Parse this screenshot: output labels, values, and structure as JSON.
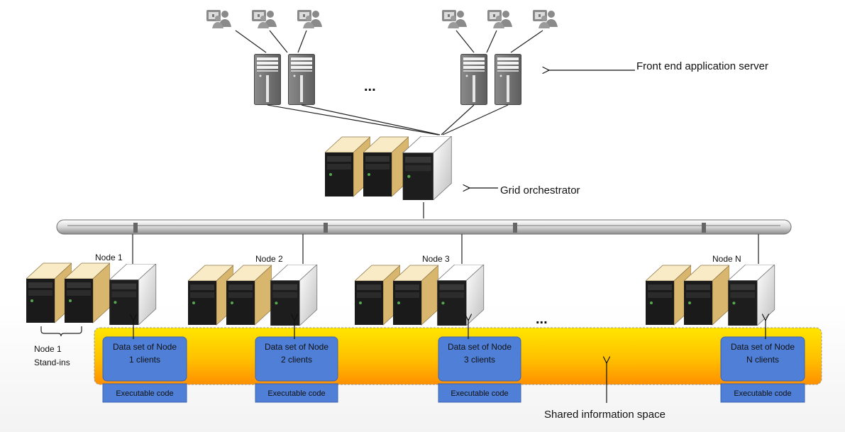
{
  "labels": {
    "front_end": "Front end application server",
    "grid_orchestrator": "Grid orchestrator",
    "ellipsis_top": "...",
    "ellipsis_nodes": "...",
    "node1_standins_line1": "Node 1",
    "node1_standins_line2": "Stand-ins",
    "shared_space": "Shared information space"
  },
  "nodes": [
    {
      "title": "Node 1",
      "data_line1": "Data set of Node",
      "data_line2": "1 clients",
      "exec": "Executable code"
    },
    {
      "title": "Node 2",
      "data_line1": "Data set of Node",
      "data_line2": "2 clients",
      "exec": "Executable code"
    },
    {
      "title": "Node 3",
      "data_line1": "Data set of Node",
      "data_line2": "3 clients",
      "exec": "Executable code"
    },
    {
      "title": "Node N",
      "data_line1": "Data set of Node",
      "data_line2": "N clients",
      "exec": "Executable code"
    }
  ],
  "icons": {
    "user_group": "user-group-icon",
    "tower_server": "tower-server-icon",
    "rack_server": "rack-server-icon",
    "network_bus": "network-bus-icon"
  },
  "colors": {
    "data_box": "#4f7fd6",
    "exec_box": "#4f7fd6",
    "shared_space_top": "#ffe600",
    "shared_space_bottom": "#ff9500",
    "tower_server": "#6d6d6d",
    "cream_server": "#f0dfb4",
    "white_server": "#f7f7f7"
  }
}
